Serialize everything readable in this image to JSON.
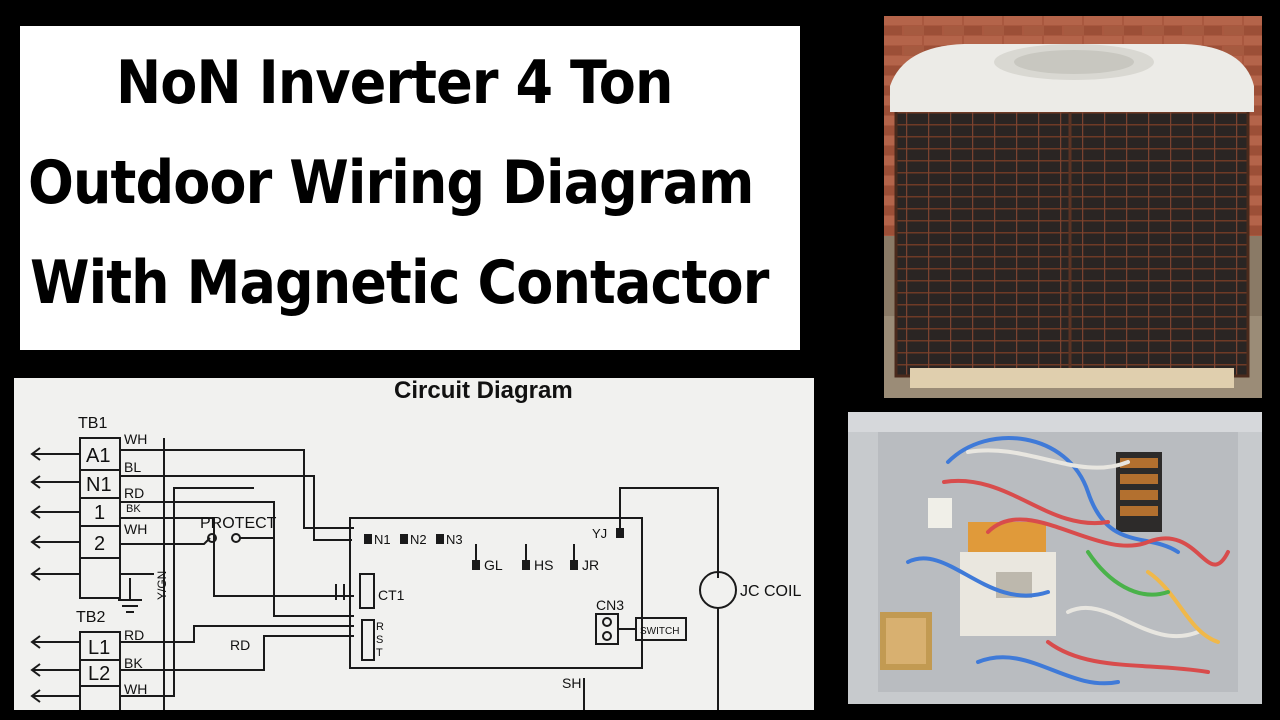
{
  "title": {
    "line1": "NoN Inverter 4 Ton",
    "line2": "Outdoor Wiring Diagram",
    "line3": "With Magnetic Contactor"
  },
  "diagram": {
    "header": "Circuit Diagram",
    "tb1": "TB1",
    "tb2": "TB2",
    "terminals_tb1": [
      "A1",
      "N1",
      "1",
      "2"
    ],
    "terminals_tb2": [
      "L1",
      "L2"
    ],
    "wires_tb1": [
      "WH",
      "BL",
      "RD",
      "BK",
      "WH"
    ],
    "wires_tb2": [
      "RD",
      "BK",
      "WH"
    ],
    "ground_label": "Y/GN",
    "protect": "PROTECT",
    "board_pins": [
      "N1",
      "N2",
      "N3",
      "YJ"
    ],
    "relays": [
      "GL",
      "HS",
      "JR"
    ],
    "ct": "CT1",
    "rst": [
      "R",
      "S",
      "T"
    ],
    "cn3": "CN3",
    "switch": "SWITCH",
    "coil": "JC COIL",
    "rd_mid": "RD",
    "sh": "SH"
  },
  "colors": {
    "background": "#000000",
    "title_bg": "#ffffff",
    "brick": "#a0523c",
    "unit_top": "#ece9e4",
    "panel": "#c9ccd0"
  }
}
